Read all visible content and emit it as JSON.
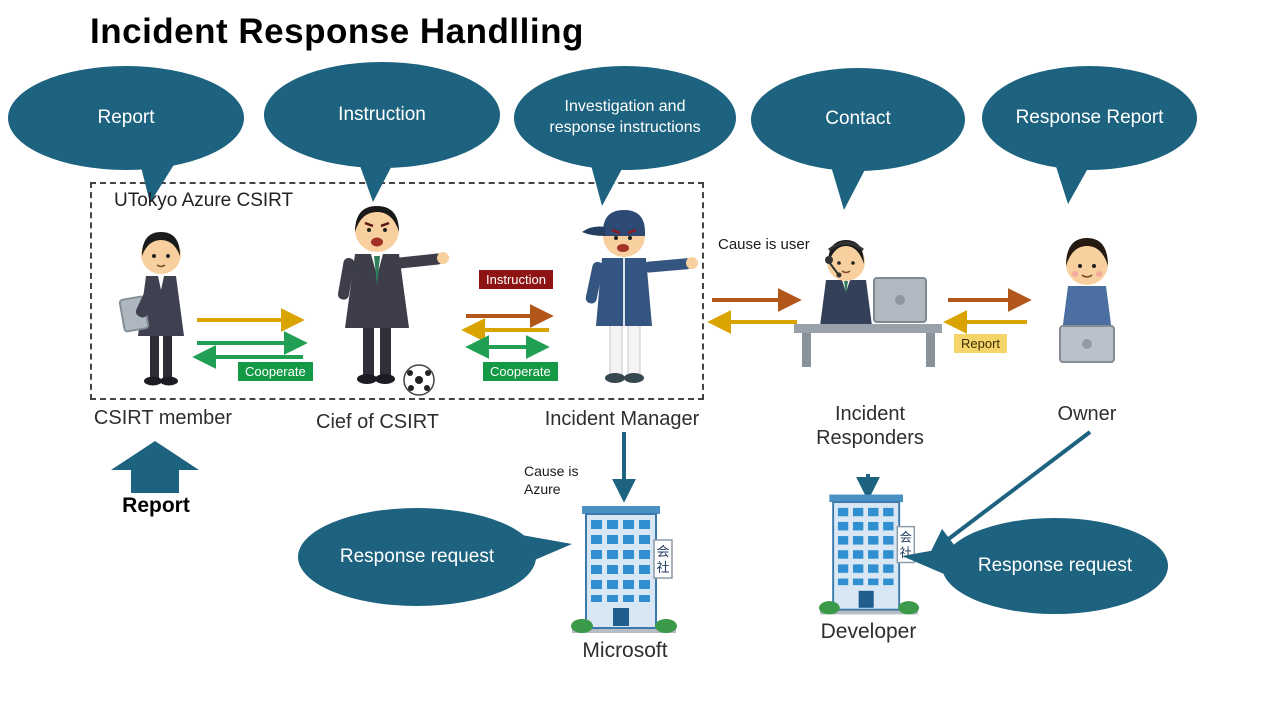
{
  "title": "Incident Response Handlling",
  "bubbles": {
    "report": "Report",
    "instruction": "Instruction",
    "investigation": "Investigation and response instructions",
    "contact": "Contact",
    "response_report": "Response Report"
  },
  "group": {
    "label": "UTokyo Azure CSIRT"
  },
  "actors": {
    "csirt_member": "CSIRT member",
    "chief": "Cief of CSIRT",
    "incident_manager": "Incident Manager",
    "incident_responders": "Incident Responders",
    "owner": "Owner"
  },
  "badges": {
    "instruction": "Instruction",
    "cooperate_left": "Cooperate",
    "cooperate_right": "Cooperate",
    "report": "Report"
  },
  "notes": {
    "cause_user": "Cause is user",
    "cause_azure": "Cause is Azure",
    "report_up": "Report"
  },
  "callouts": {
    "microsoft": "Response request",
    "developer": "Response request"
  },
  "buildings": {
    "microsoft": {
      "label": "Microsoft",
      "sign": "会社",
      "sign_chars": [
        "会",
        "社"
      ]
    },
    "developer": {
      "label": "Developer",
      "sign": "会社",
      "sign_chars": [
        "会",
        "社"
      ]
    }
  },
  "colors": {
    "teal": "#1d627f",
    "yellow": "#d9a400",
    "orange": "#b2571c",
    "green": "#21a055",
    "badge-red": "#8e1414",
    "badge-green": "#149a46",
    "badge-yellow": "#f5d469",
    "ink": "#1a1a1a"
  }
}
